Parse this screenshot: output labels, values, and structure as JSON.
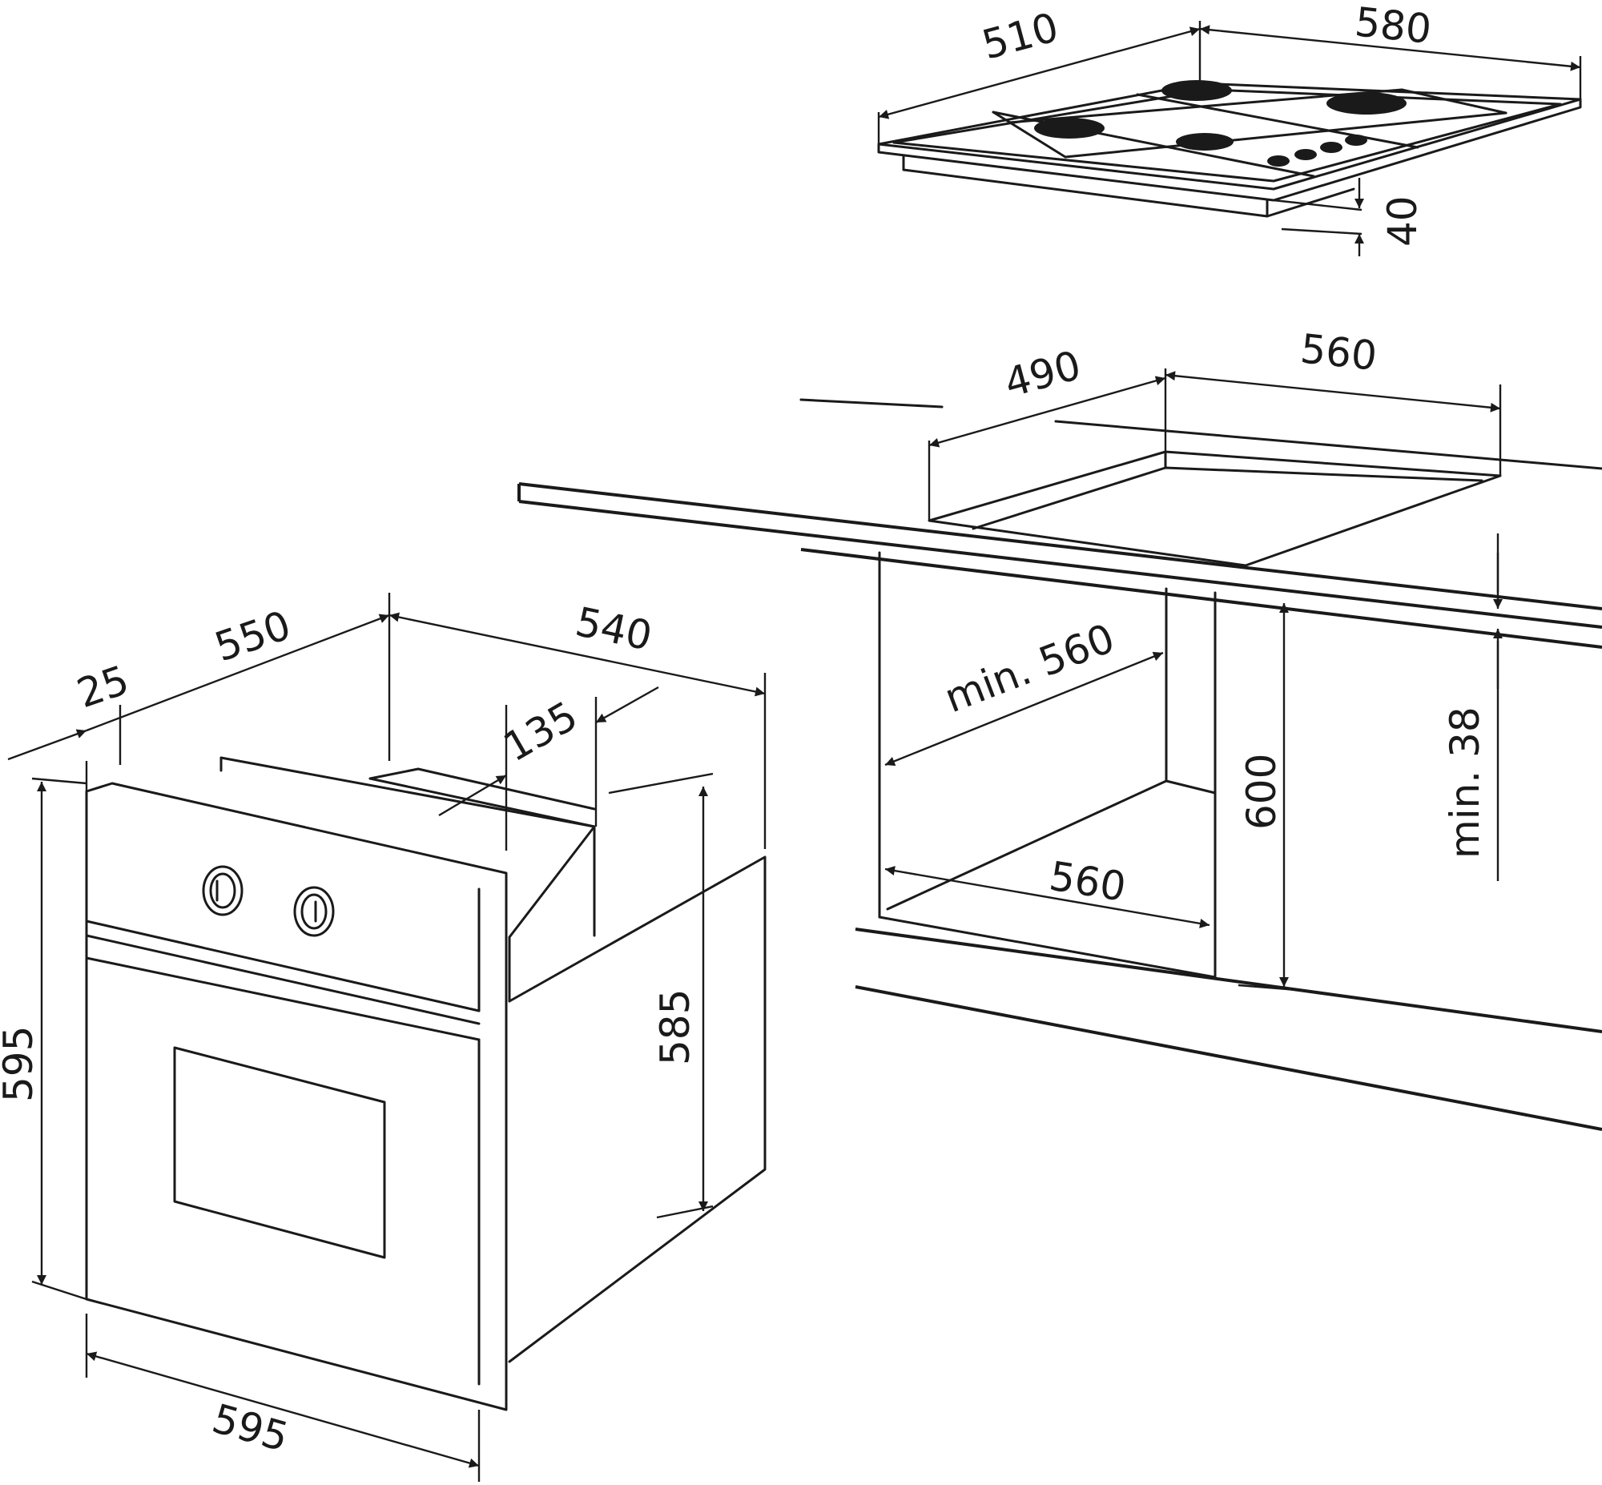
{
  "dimensions": {
    "hob_width": "580",
    "hob_depth": "510",
    "hob_height": "40",
    "cutout_width": "560",
    "cutout_depth": "490",
    "worktop_thickness": "min. 38",
    "niche_depth": "min. 560",
    "niche_width": "560",
    "niche_height": "600",
    "oven_front_offset": "25",
    "oven_body_depth": "550",
    "oven_top_depth": "540",
    "oven_rear_step": "135",
    "oven_width": "595",
    "oven_height": "595",
    "oven_body_height": "585"
  }
}
